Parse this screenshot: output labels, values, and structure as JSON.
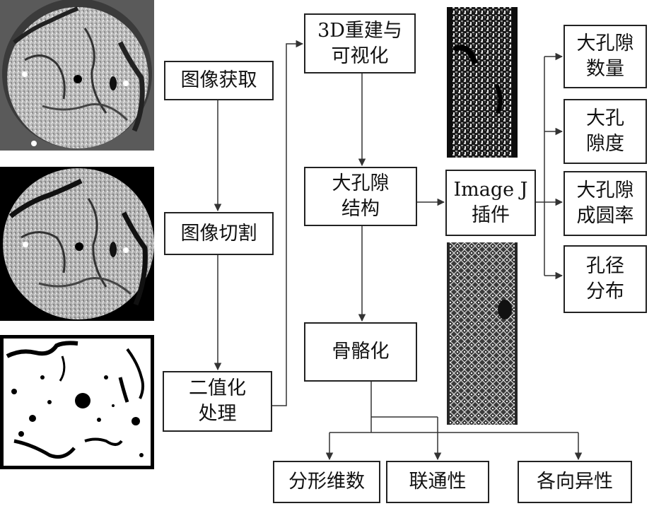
{
  "boxes": {
    "acquire": "图像获取",
    "cut": "图像切割",
    "binarize": "二值化\n处理",
    "reconstruct": "3D重建与\n可视化",
    "macropore_structure": "大孔隙\n结构",
    "skeleton": "骨骼化",
    "imagej": "Image J\n插件",
    "count": "大孔隙\n数量",
    "porosity": "大孔\n隙度",
    "roundness": "大孔隙\n成圆率",
    "pore_size": "孔径\n分布",
    "fractal": "分形维数",
    "connectivity": "联通性",
    "anisotropy": "各向异性"
  },
  "colors": {
    "line": "#333333",
    "ct_background": "#3a3a3a",
    "binary_pore": "#000000"
  }
}
